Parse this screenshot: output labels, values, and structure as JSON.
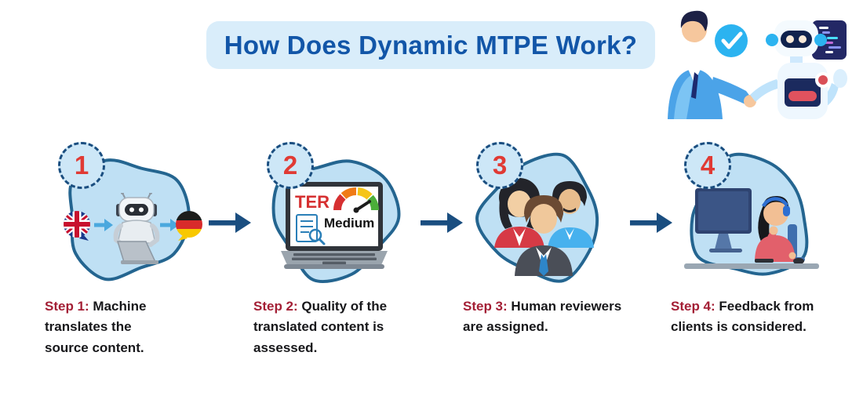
{
  "header": {
    "title": "How Does Dynamic MTPE Work?"
  },
  "hero": {
    "icons": [
      "man-in-suit",
      "check-circle",
      "robot",
      "code-panel",
      "handshake"
    ]
  },
  "steps": [
    {
      "number": "1",
      "prefix": "Step 1:",
      "text": " Machine translates the source content.",
      "icon": "robot-translating-at-laptop"
    },
    {
      "number": "2",
      "prefix": "Step 2:",
      "text": " Quality of the translated content is assessed.",
      "icon": "laptop-quality-gauge"
    },
    {
      "number": "3",
      "prefix": "Step 3:",
      "text": " Human reviewers are assigned.",
      "icon": "reviewer-team"
    },
    {
      "number": "4",
      "prefix": "Step 4:",
      "text": " Feedback from clients is considered.",
      "icon": "woman-at-computer"
    }
  ],
  "step1_icons": {
    "source_flag": "uk-flag",
    "target_flag": "german-flag",
    "arrow": "light-blue-arrow"
  },
  "step2_screen": {
    "metric": "TER",
    "level": "Medium"
  },
  "colors": {
    "title_text": "#1256a8",
    "title_bg": "#d9edfa",
    "blob_fill": "#bfe0f4",
    "blob_stroke": "#246590",
    "badge_number_red": "#e03a34",
    "badge_border": "#1a4e80",
    "arrow_navy": "#1a4e80",
    "arrow_light_blue": "#4aa8de",
    "step_prefix_red": "#a31f35",
    "caption_text": "#17171a",
    "gauge_segments": [
      "#d63031",
      "#f07b16",
      "#f5c518",
      "#4cae3a"
    ]
  }
}
